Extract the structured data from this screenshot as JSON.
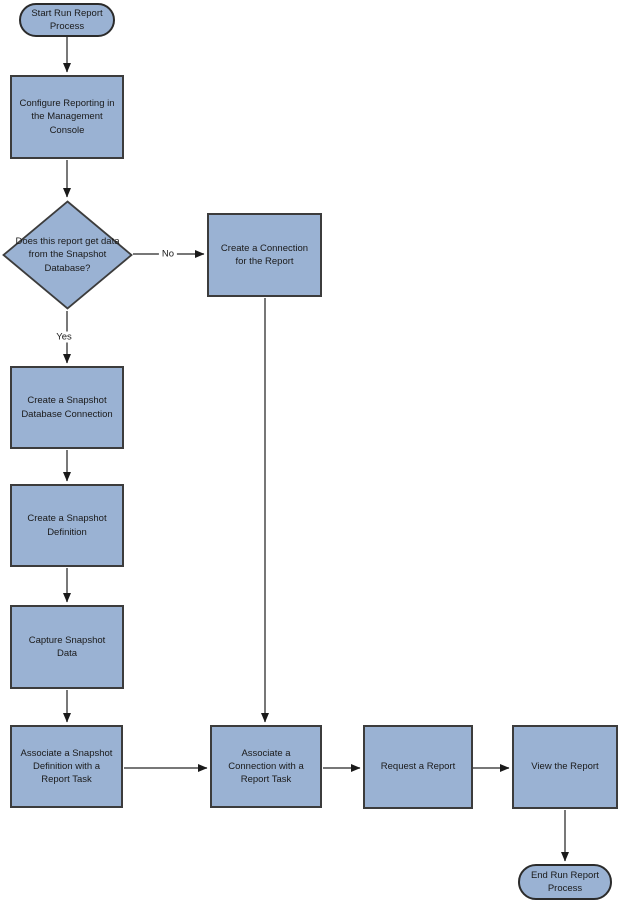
{
  "colors": {
    "node_fill": "#9AB2D3",
    "node_border": "#3C3C3C",
    "connector_line": "#4A4A4A",
    "arrowhead": "#1A1A1A",
    "background": "#FFFFFF",
    "text": "#1A1A1A"
  },
  "nodes": {
    "start": {
      "type": "terminator",
      "label": "Start Run Report Process"
    },
    "configure": {
      "type": "process",
      "label": "Configure Reporting in the Management Console"
    },
    "decision": {
      "type": "decision",
      "label": "Does this report get data from the Snapshot Database?"
    },
    "create_connection": {
      "type": "process",
      "label": "Create a Connection for the Report"
    },
    "create_snapshot_db": {
      "type": "process",
      "label": "Create a Snapshot Database Connection"
    },
    "create_snapshot_def": {
      "type": "process",
      "label": "Create a Snapshot Definition"
    },
    "capture_snapshot": {
      "type": "process",
      "label": "Capture Snapshot Data"
    },
    "assoc_snapshot": {
      "type": "process",
      "label": "Associate a Snapshot Definition with a Report Task"
    },
    "assoc_connection": {
      "type": "process",
      "label": "Associate a Connection with a Report Task"
    },
    "request_report": {
      "type": "process",
      "label": "Request a Report"
    },
    "view_report": {
      "type": "process",
      "label": "View the Report"
    },
    "end": {
      "type": "terminator",
      "label": "End Run Report Process"
    }
  },
  "edge_labels": {
    "yes": "Yes",
    "no": "No"
  },
  "edges": [
    {
      "from": "start",
      "to": "configure",
      "label": ""
    },
    {
      "from": "configure",
      "to": "decision",
      "label": ""
    },
    {
      "from": "decision",
      "to": "create_connection",
      "label": "No"
    },
    {
      "from": "decision",
      "to": "create_snapshot_db",
      "label": "Yes"
    },
    {
      "from": "create_snapshot_db",
      "to": "create_snapshot_def",
      "label": ""
    },
    {
      "from": "create_snapshot_def",
      "to": "capture_snapshot",
      "label": ""
    },
    {
      "from": "capture_snapshot",
      "to": "assoc_snapshot",
      "label": ""
    },
    {
      "from": "assoc_snapshot",
      "to": "assoc_connection",
      "label": ""
    },
    {
      "from": "create_connection",
      "to": "assoc_connection",
      "label": ""
    },
    {
      "from": "assoc_connection",
      "to": "request_report",
      "label": ""
    },
    {
      "from": "request_report",
      "to": "view_report",
      "label": ""
    },
    {
      "from": "view_report",
      "to": "end",
      "label": ""
    }
  ]
}
